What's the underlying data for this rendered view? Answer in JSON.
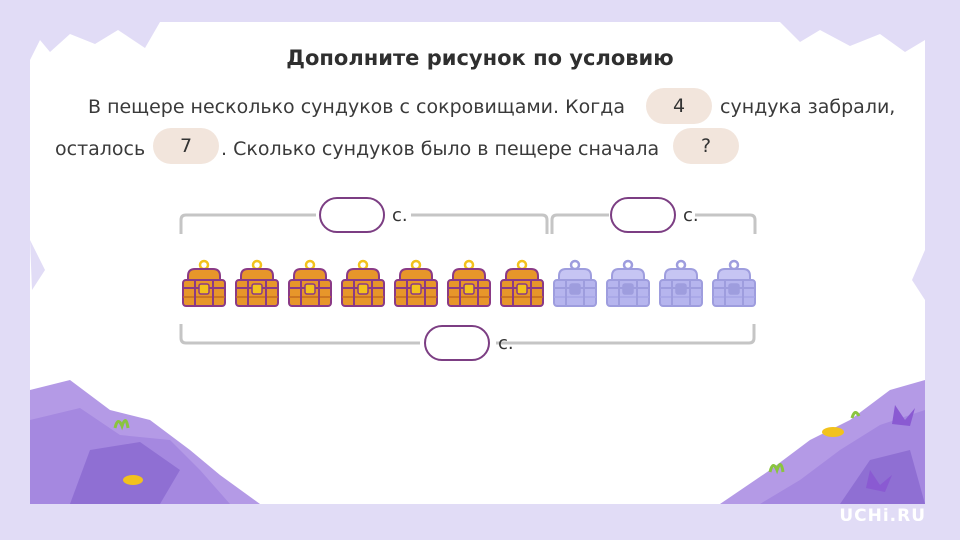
{
  "title": "Дополните рисунок по условию",
  "problem": {
    "line1_prefix": "В пещере несколько сундуков с сокровищами. Когда",
    "value_taken": "4",
    "line1_suffix": "сундука забрали,",
    "line2_prefix": "осталось",
    "value_left": "7",
    "line2_middle": ". Сколько сундуков было в пещере сначала",
    "value_unknown": "?"
  },
  "diagram": {
    "unit_left": "с.",
    "unit_right": "с.",
    "unit_total": "с.",
    "gold_chest_count": 7,
    "ghost_chest_count": 4
  },
  "colors": {
    "background": "#e1dcf6",
    "pill": "#f2e5dc",
    "answer_border": "#7c3e83",
    "gold_chest": "#e7962a",
    "ghost_chest": "#b6b5ee",
    "mountain": "#a588e0"
  },
  "brand": {
    "logo": "UCHi.RU"
  }
}
